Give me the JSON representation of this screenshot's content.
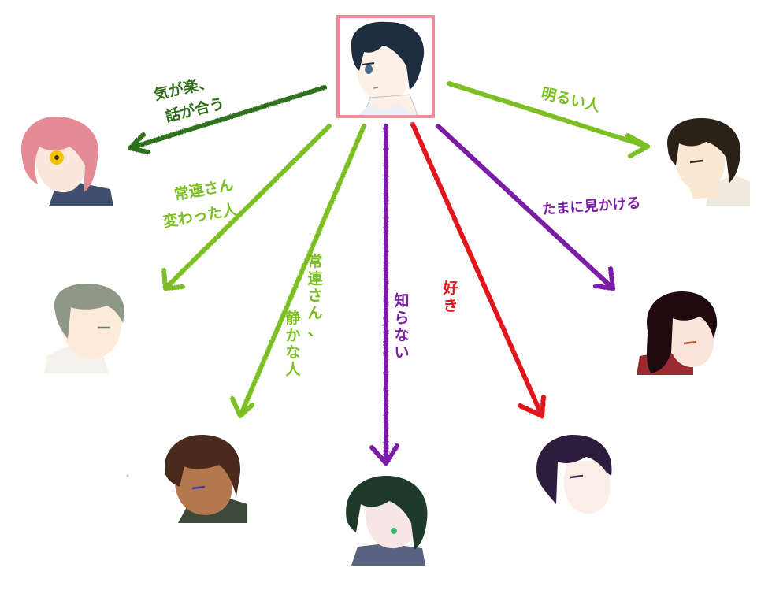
{
  "center": {
    "name": "center-character",
    "border_color": "#f08a96"
  },
  "characters": [
    {
      "id": "pink-hair",
      "hair": "#e58b95",
      "skin": "#fbe6dc",
      "eye": "#f2c200",
      "cloth": "#3e4f70"
    },
    {
      "id": "black-hair",
      "hair": "#2b2117",
      "skin": "#fbe8d3",
      "eye": "#3a2b1c",
      "cloth": "#eeeadd"
    },
    {
      "id": "gray-hair",
      "hair": "#8f9787",
      "skin": "#fcebd9",
      "eye": "#6e7a5a",
      "cloth": "#f4f2ea"
    },
    {
      "id": "long-black-hair",
      "hair": "#1f0a10",
      "skin": "#fbe4dc",
      "eye": "#b85a3a",
      "cloth": "#9b2a30"
    },
    {
      "id": "brown-hair",
      "hair": "#4a2a1c",
      "skin": "#b5784e",
      "eye": "#3b3ba0",
      "cloth": "#3b4a3a"
    },
    {
      "id": "green-hair",
      "hair": "#1d3b28",
      "skin": "#f6e7e4",
      "eye": "#3fb86f",
      "cloth": "#5a6282"
    },
    {
      "id": "purple-hair",
      "hair": "#2e1c3e",
      "skin": "#fbeee6",
      "eye": "#3a2b4a",
      "cloth": "#ffffff"
    }
  ],
  "relations": [
    {
      "target": "pink-hair",
      "color": "#2f6f1c",
      "label_lines": [
        "気が楽、",
        "話が合う"
      ]
    },
    {
      "target": "black-hair",
      "color": "#7cbf22",
      "label_lines": [
        "明るい人"
      ]
    },
    {
      "target": "gray-hair",
      "color": "#7cbf22",
      "label_lines": [
        "常連さん",
        "変わった人"
      ]
    },
    {
      "target": "long-black-hair",
      "color": "#7a1fa6",
      "label_lines": [
        "たまに見かける"
      ]
    },
    {
      "target": "brown-hair",
      "color": "#7cbf22",
      "label_lines": [
        "常連さん、",
        "静かな人"
      ]
    },
    {
      "target": "green-hair",
      "color": "#7a1fa6",
      "label_lines": [
        "知らない"
      ]
    },
    {
      "target": "purple-hair",
      "color": "#e0161c",
      "label_lines": [
        "好き"
      ]
    }
  ]
}
